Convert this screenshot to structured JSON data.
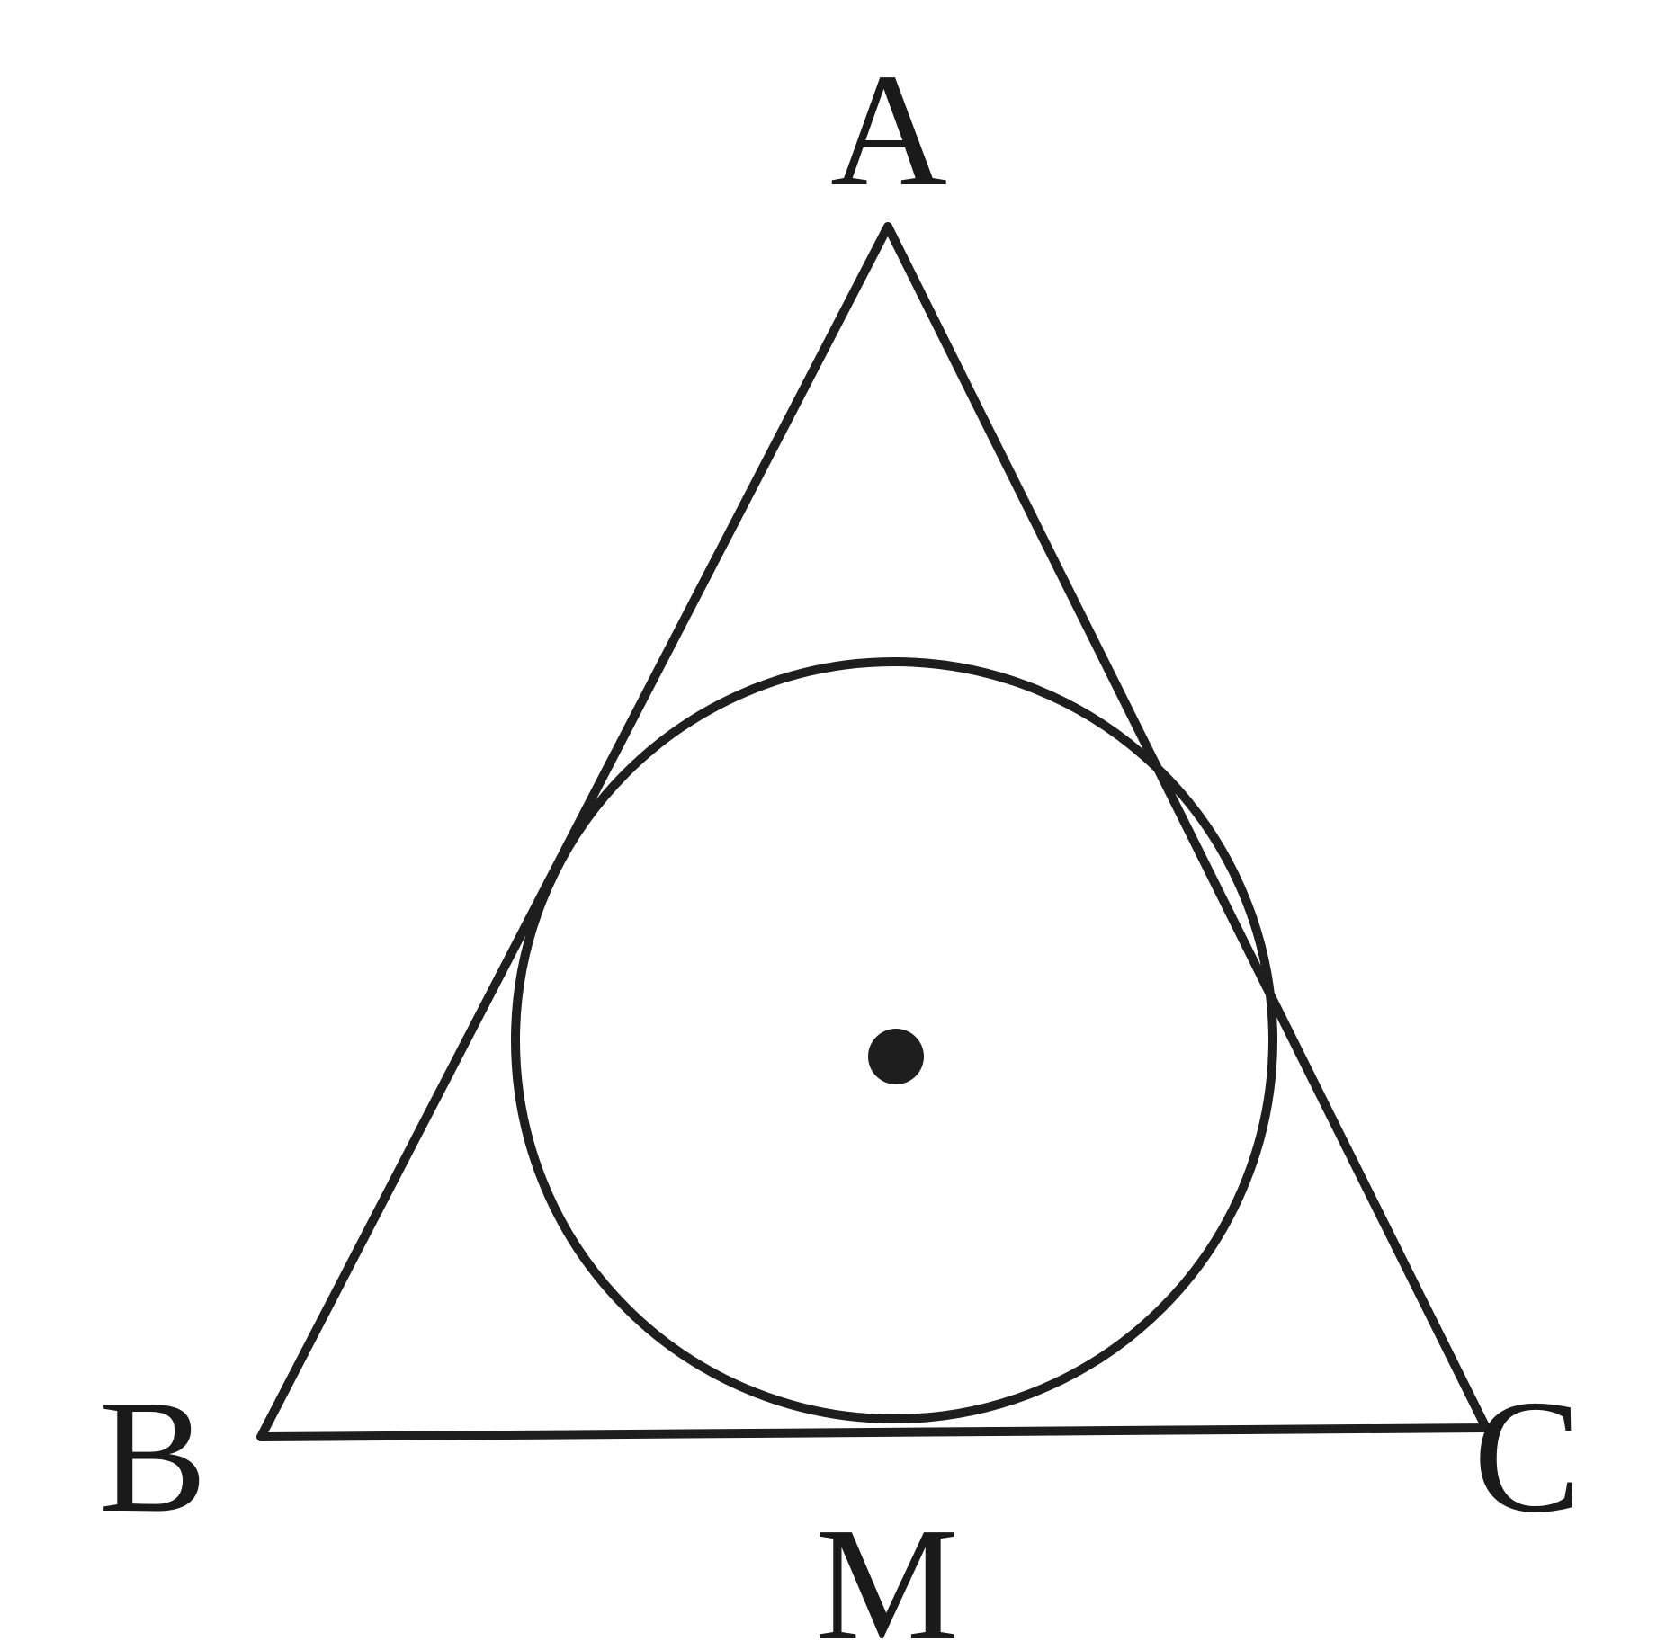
{
  "diagram": {
    "vertices": {
      "A": "A",
      "B": "B",
      "C": "C"
    },
    "tangent_point": "M",
    "colors": {
      "ink": "#1e1e1e",
      "background": "#ffffff"
    }
  }
}
